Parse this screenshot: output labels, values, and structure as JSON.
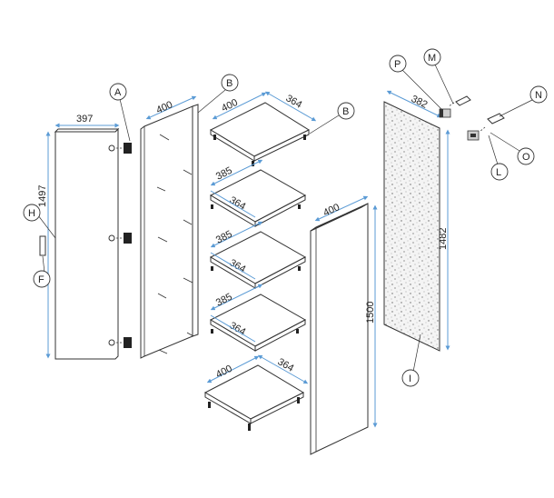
{
  "dimensions": {
    "door_width": "397",
    "door_height": "1497",
    "side_depth": "400",
    "shelf_top_width": "400",
    "shelf_top_depth": "364",
    "shelf1_width": "385",
    "shelf1_depth": "364",
    "shelf2_width": "385",
    "shelf2_depth": "364",
    "shelf3_width": "385",
    "shelf3_depth": "364",
    "shelf_bottom_width": "400",
    "shelf_bottom_depth": "364",
    "side2_depth": "400",
    "side2_height": "1500",
    "back_width": "382",
    "back_height": "1482"
  },
  "callouts": {
    "A": "A",
    "B1": "B",
    "B2": "B",
    "H": "H",
    "F": "F",
    "P": "P",
    "M": "M",
    "N": "N",
    "O": "O",
    "L": "L",
    "I": "I"
  },
  "colors": {
    "dimension_line": "#5b9bd5",
    "outline": "#333333"
  }
}
